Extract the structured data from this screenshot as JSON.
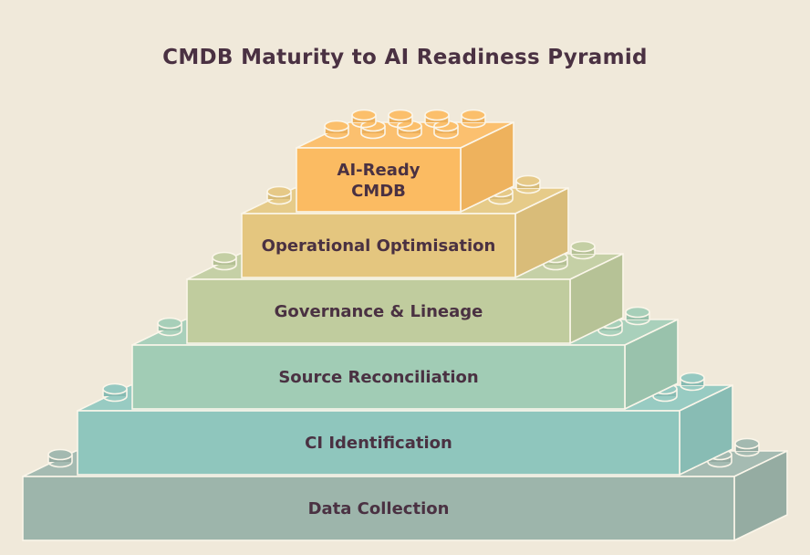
{
  "title": "CMDB Maturity to AI Readiness Pyramid",
  "levels": [
    {
      "label": "Data Collection",
      "color": "#9db5ab"
    },
    {
      "label": "CI Identification",
      "color": "#8fc6bd"
    },
    {
      "label": "Source Reconciliation",
      "color": "#a1ccb5"
    },
    {
      "label": "Governance & Lineage",
      "color": "#c0cc9e"
    },
    {
      "label": "Operational Optimisation",
      "color": "#e4c67f"
    },
    {
      "label": "AI-Ready CMDB",
      "lines": [
        "AI-Ready",
        "CMDB"
      ],
      "color": "#fbbb62"
    }
  ]
}
